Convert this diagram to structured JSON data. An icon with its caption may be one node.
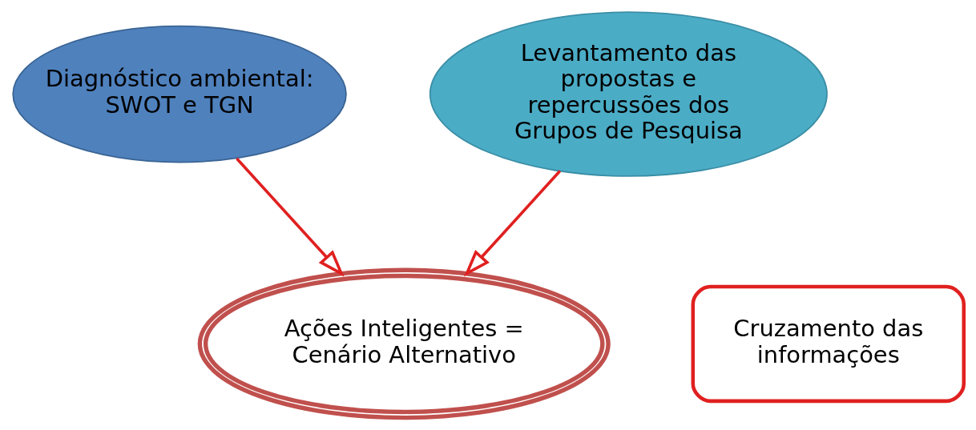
{
  "diagram": {
    "nodes": [
      {
        "text": [
          "Diagnóstico ambiental: SWOT e TGN"
        ]
      },
      {
        "text": [
          "Levantamento das propostas e repercussões dos Grupos de Pesquisa"
        ]
      },
      {
        "text": [
          "Cruzamento das informações"
        ]
      },
      {
        "text": [
          "Ações Inteligentes = Cenário Alternativo"
        ]
      }
    ],
    "edges": [
      {
        "from": 0,
        "to": 3,
        "arrow": "to"
      },
      {
        "from": 1,
        "to": 3,
        "arrow": "to"
      }
    ]
  }
}
